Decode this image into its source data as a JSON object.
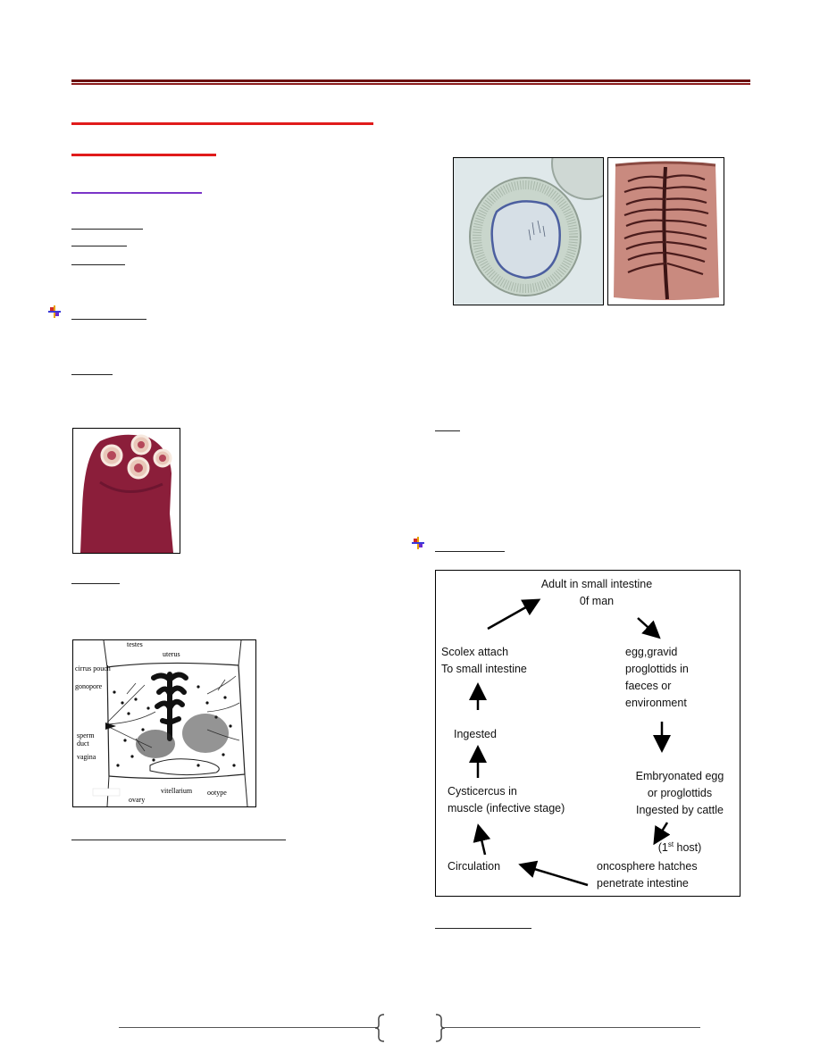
{
  "lifecycle": {
    "adult": "Adult in small intestine\n0f man",
    "egg": "egg,gravid\nproglottids in\nfaeces  or\nenvironment",
    "embryonated": "Embryonated egg\nor proglottids\nIngested by cattle",
    "host_pre": "(1",
    "host_sup": "st",
    "host_post": " host)",
    "oncosphere": "oncosphere hatches\npenetrate intestine",
    "circulation": "Circulation",
    "cysticercus": "Cysticercus in\nmuscle (infective stage)",
    "ingested": "Ingested",
    "scolex": "Scolex attach\nTo small intestine"
  },
  "proglottid_labels": {
    "testes": "testes",
    "uterus": "uterus",
    "cirrus_pouch": "cirrus pouch",
    "gonopore": "gonopore",
    "sperm_duct": "sperm\nduct",
    "vagina": "vagina",
    "vitellarium": "vitellarium",
    "ootype": "ootype",
    "ovary": "ovary"
  },
  "colors": {
    "header_rule": "#6b0f0f",
    "heading_red": "#e01b1b",
    "heading_purple": "#7a35c8",
    "scolex_tissue": "#8b1e3a",
    "gravid_segment": "#c98a7f"
  }
}
